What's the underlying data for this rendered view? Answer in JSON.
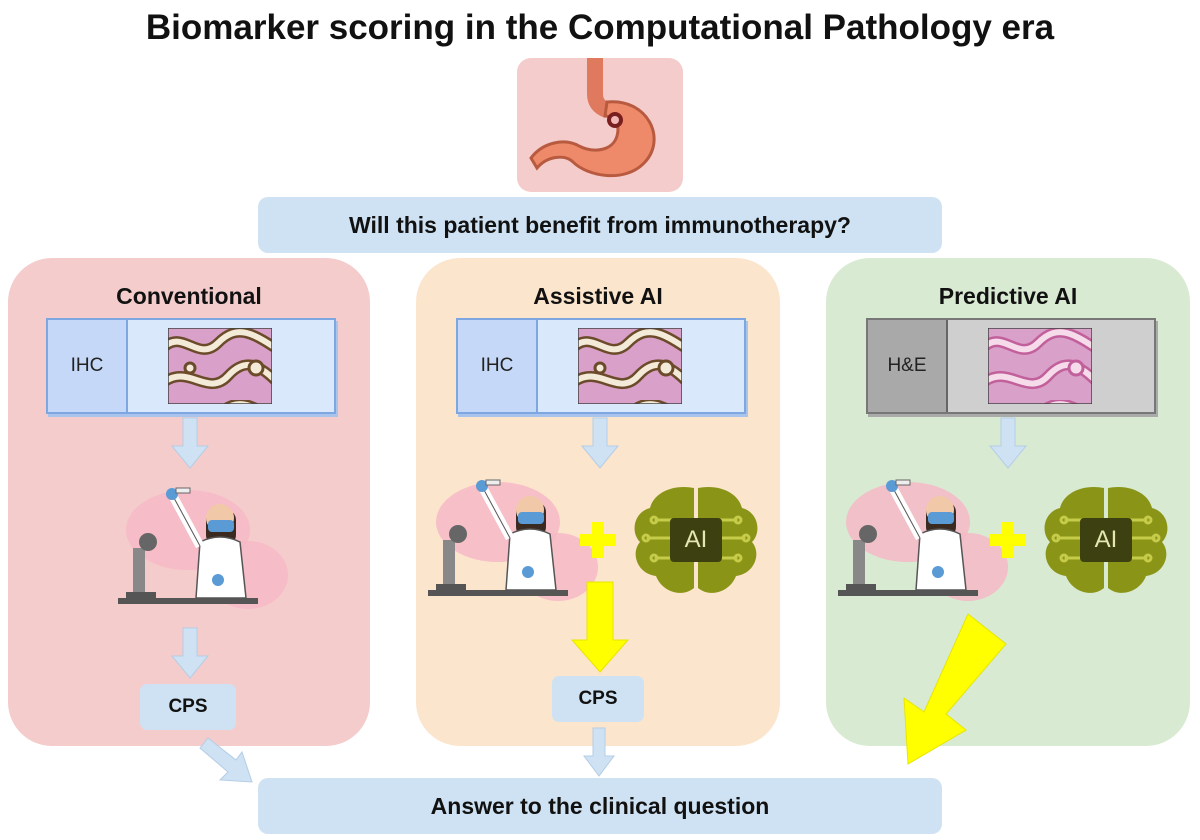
{
  "title": "Biomarker scoring in the Computational Pathology era",
  "question": "Will this patient benefit from immunotherapy?",
  "answer": "Answer to the clinical question",
  "panels": {
    "conventional": {
      "title": "Conventional",
      "slide_label": "IHC",
      "output": "CPS"
    },
    "assistive": {
      "title": "Assistive AI",
      "slide_label": "IHC",
      "output": "CPS",
      "ai_chip": "AI"
    },
    "predictive": {
      "title": "Predictive AI",
      "slide_label": "H&E",
      "ai_chip": "AI"
    }
  },
  "colors": {
    "conventional_bg": "#f4cccc",
    "assistive_bg": "#fce5cd",
    "predictive_bg": "#d9ead3",
    "question_box": "#cfe2f3",
    "ai_arrow": "#ffff00",
    "ai_brain": "#8a9417"
  }
}
